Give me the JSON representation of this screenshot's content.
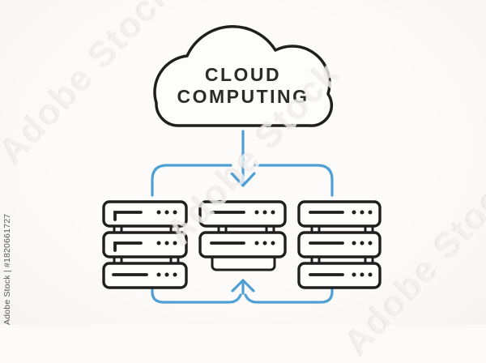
{
  "colors": {
    "background": "#fbfaf8",
    "outline": "#1f1f1f",
    "connector": "#4f9fd5",
    "shape_fill": "#fdfdfc",
    "title_text": "#2b2b2b",
    "credit_text": "#3f3b37"
  },
  "diagram": {
    "cloud": {
      "label_line1": "CLOUD",
      "label_line2": "COMPUTING"
    },
    "servers": [
      {
        "id": "server-stack-left",
        "units": 3,
        "dots_per_unit": 3
      },
      {
        "id": "server-stack-middle",
        "units": 3,
        "dots_per_unit": 3
      },
      {
        "id": "server-stack-right",
        "units": 3,
        "dots_per_unit": 3
      }
    ],
    "connections": [
      {
        "from": "cloud",
        "to": "server-stack-middle",
        "type": "arrow-down"
      },
      {
        "from": "cloud",
        "to": "server-stack-left",
        "type": "branch-line"
      },
      {
        "from": "cloud",
        "to": "server-stack-right",
        "type": "branch-line"
      },
      {
        "from": "server-stack-left",
        "to": "server-stack-middle",
        "type": "merge-arrow-up"
      },
      {
        "from": "server-stack-right",
        "to": "server-stack-middle",
        "type": "merge-arrow-up"
      }
    ]
  },
  "watermark": {
    "diagonal_text": "Adobe Stock",
    "credit_text": "Adobe Stock | #1820661727"
  }
}
